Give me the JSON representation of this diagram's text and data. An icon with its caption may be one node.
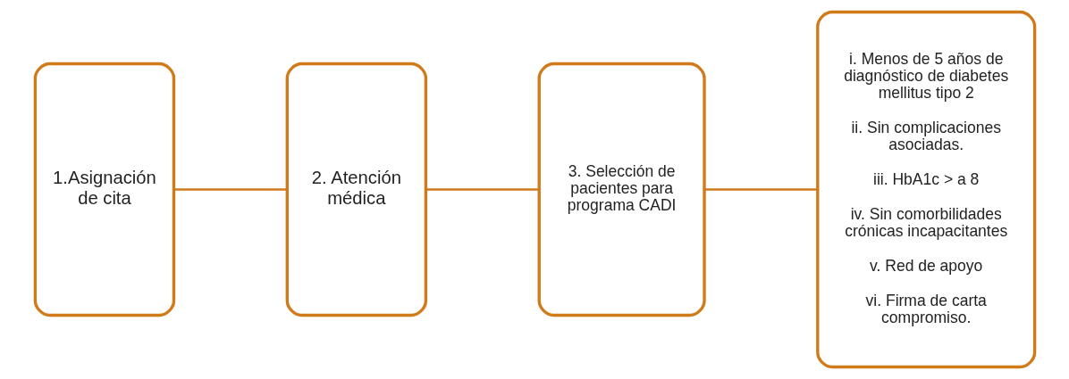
{
  "diagram": {
    "nodes": [
      {
        "text": [
          "1.Asignación de cita"
        ]
      },
      {
        "text": [
          "2. Atención médica"
        ]
      },
      {
        "text": [
          "3. Selección de pacientes para programa CADI"
        ]
      },
      {
        "text": [
          "i. Menos de 5 años de diagnóstico de diabetes mellitus tipo 2",
          "ii. Sin complicaciones asociadas.",
          "iii. HbA1c > a 8",
          "iv. Sin comorbilidades crónicas incapacitantes",
          "v. Red de apoyo",
          "vi. Firma de carta compromiso."
        ]
      }
    ],
    "edges": [
      {
        "from": 0,
        "to": 1,
        "arrow": "none"
      },
      {
        "from": 1,
        "to": 2,
        "arrow": "none"
      },
      {
        "from": 2,
        "to": 3,
        "arrow": "none"
      }
    ]
  }
}
